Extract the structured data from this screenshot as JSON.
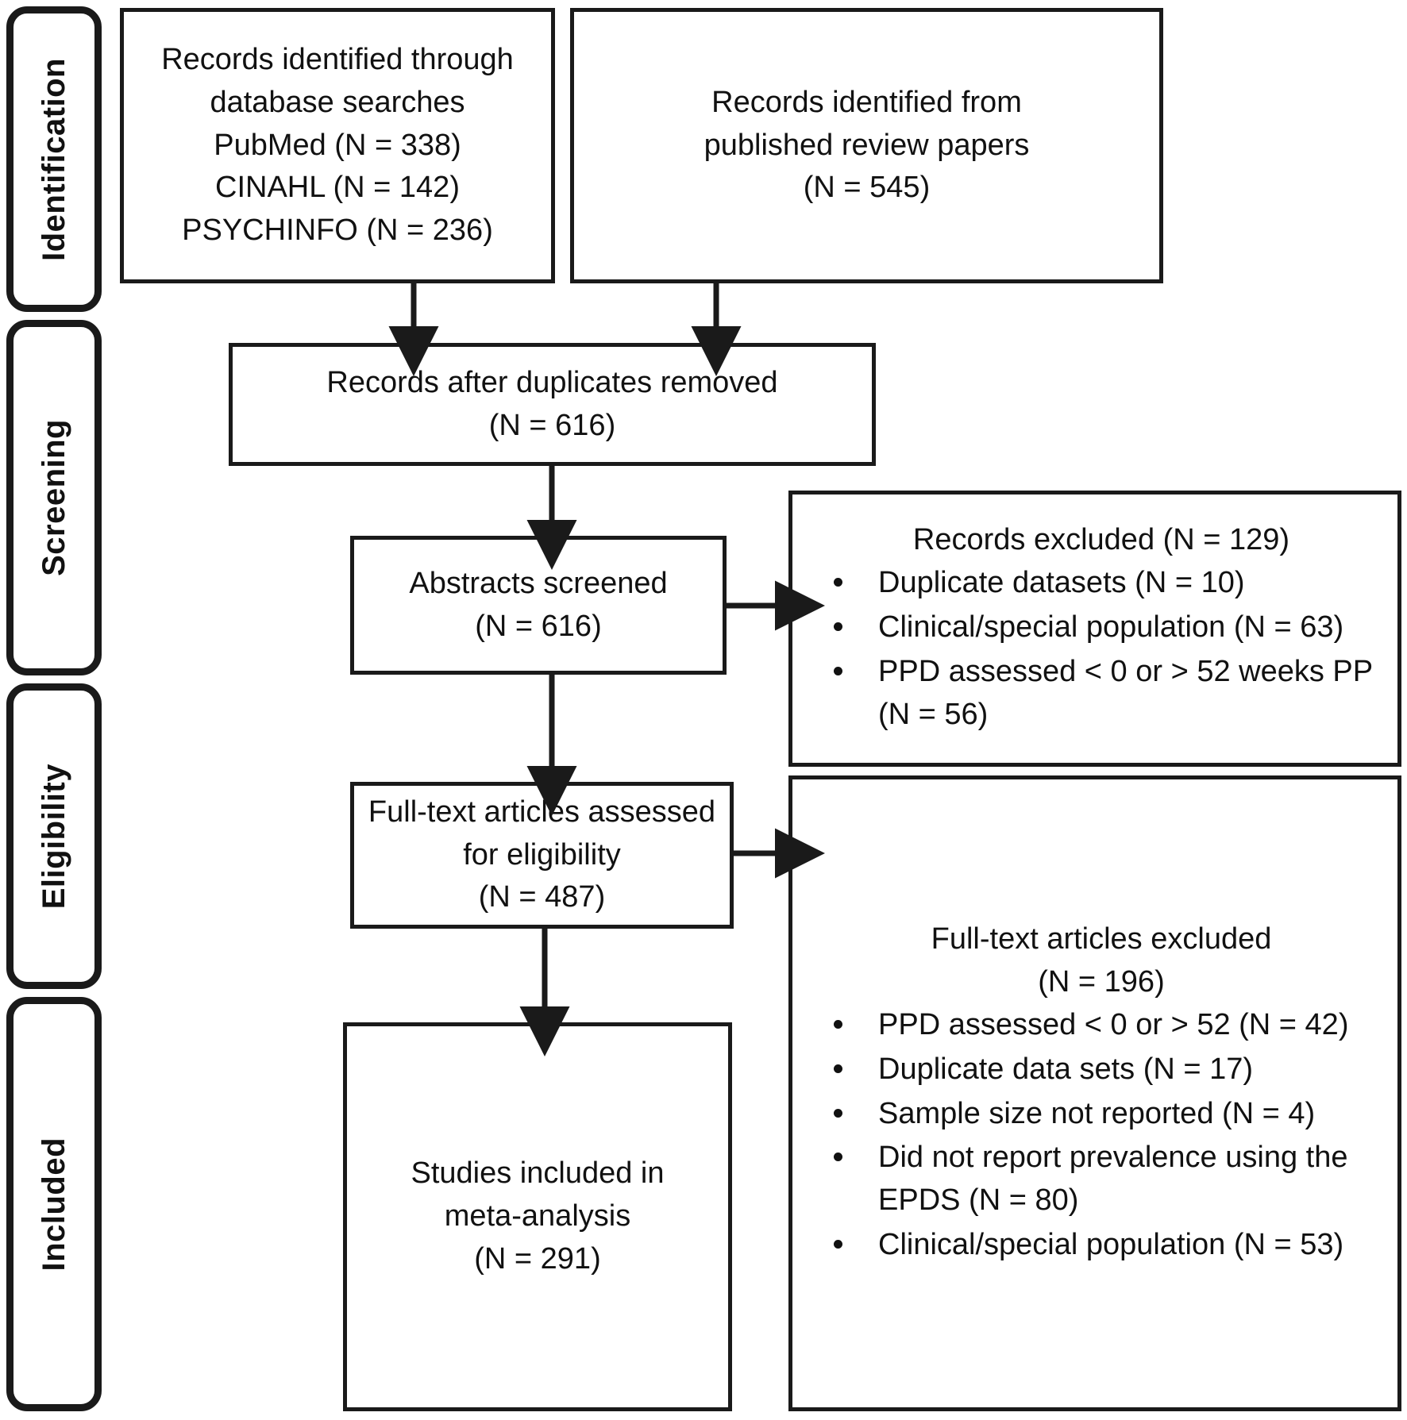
{
  "diagram": {
    "type": "prisma-flow-diagram",
    "stages": [
      {
        "id": "identification",
        "label": "Identification"
      },
      {
        "id": "screening",
        "label": "Screening"
      },
      {
        "id": "eligibility",
        "label": "Eligibility"
      },
      {
        "id": "included",
        "label": "Included"
      }
    ],
    "boxes": {
      "database_records": {
        "lines": [
          "Records identified through",
          "database searches",
          "PubMed (N =  338)",
          "CINAHL (N = 142)",
          "PSYCHINFO (N = 236)"
        ]
      },
      "review_records": {
        "lines": [
          "Records identified from",
          "published review papers",
          "(N =  545)"
        ]
      },
      "duplicates_removed": {
        "lines": [
          "Records after duplicates removed",
          "(N =  616)"
        ]
      },
      "abstracts_screened": {
        "lines": [
          "Abstracts screened",
          "(N =  616)"
        ]
      },
      "records_excluded": {
        "heading": "Records excluded (N = 129)",
        "bullets": [
          "Duplicate datasets (N = 10)",
          "Clinical/special population (N = 63)",
          "PPD assessed < 0 or > 52 weeks PP (N = 56)"
        ]
      },
      "fulltext_assessed": {
        "lines": [
          "Full-text articles assessed",
          "for eligibility",
          "(N = 487)"
        ]
      },
      "fulltext_excluded": {
        "heading_line1": "Full-text articles excluded",
        "heading_line2": "(N = 196)",
        "bullets": [
          "PPD assessed < 0 or > 52 (N = 42)",
          "Duplicate data sets (N = 17)",
          "Sample size not reported (N = 4)",
          "Did not report prevalence using the EPDS (N = 80)",
          "Clinical/special population (N = 53)"
        ]
      },
      "studies_included": {
        "lines": [
          "Studies included in",
          "meta-analysis",
          "(N =  291)"
        ]
      }
    },
    "counts": {
      "pubmed": 338,
      "cinahl": 142,
      "psychinfo": 236,
      "review_papers": 545,
      "after_duplicates": 616,
      "abstracts_screened": 616,
      "records_excluded_total": 129,
      "records_excluded_duplicate_datasets": 10,
      "records_excluded_clinical_special": 63,
      "records_excluded_ppd_window": 56,
      "fulltext_assessed": 487,
      "fulltext_excluded_total": 196,
      "fulltext_excluded_ppd_window": 42,
      "fulltext_excluded_duplicate_sets": 17,
      "fulltext_excluded_no_sample_size": 4,
      "fulltext_excluded_no_epds_prevalence": 80,
      "fulltext_excluded_clinical_special": 53,
      "studies_included": 291
    },
    "colors": {
      "stroke": "#1a1a1a",
      "text": "#111111",
      "background": "#ffffff"
    }
  }
}
